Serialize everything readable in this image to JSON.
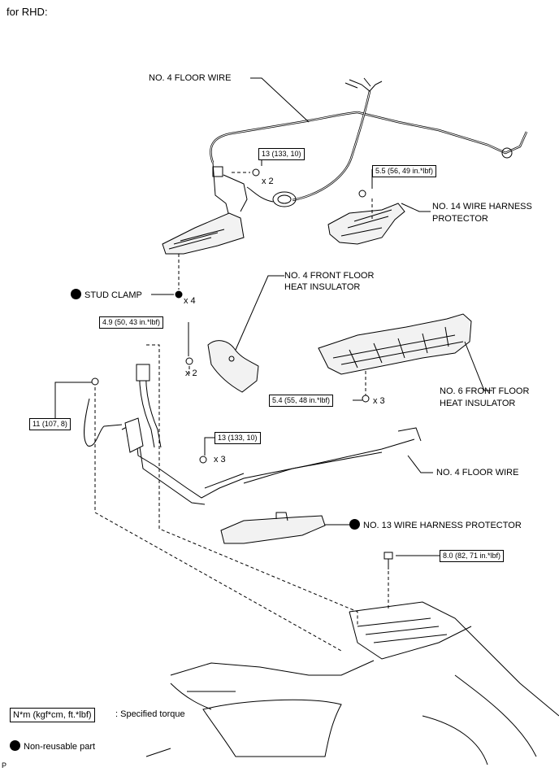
{
  "header": "for RHD:",
  "footer_mark": "P",
  "parts": {
    "floor_wire_top": "NO. 4 FLOOR WIRE",
    "harness_protector_14": "NO. 14 WIRE HARNESS",
    "harness_protector_14_line2": "PROTECTOR",
    "stud_clamp": "STUD CLAMP",
    "front_floor_heat_insulator_4": "NO. 4 FRONT FLOOR",
    "front_floor_heat_insulator_4_line2": "HEAT INSULATOR",
    "front_floor_heat_insulator_6": "NO. 6 FRONT FLOOR",
    "front_floor_heat_insulator_6_line2": "HEAT INSULATOR",
    "floor_wire_bottom": "NO. 4 FLOOR WIRE",
    "harness_protector_13": "NO. 13 WIRE HARNESS PROTECTOR"
  },
  "torques": {
    "t1": "13 (133, 10)",
    "t2": "5.5 (56, 49 in.*lbf)",
    "t3": "4.9 (50, 43 in.*lbf)",
    "t4": "11 (107, 8)",
    "t5": "5.4 (55, 48 in.*lbf)",
    "t6": "13 (133, 10)",
    "t7": "8.0 (82, 71 in.*lbf)"
  },
  "multipliers": {
    "m1": "x 2",
    "m2": "x 4",
    "m3": "x 2",
    "m4": "x 3",
    "m5": "x 3"
  },
  "legend": {
    "torque_unit": "N*m (kgf*cm, ft.*lbf)",
    "torque_desc": ": Specified torque",
    "nonreusable_desc": "Non-reusable part"
  },
  "colors": {
    "line": "#000000",
    "part_fill": "#f2f2f2",
    "shade": "#bdbdbd"
  }
}
